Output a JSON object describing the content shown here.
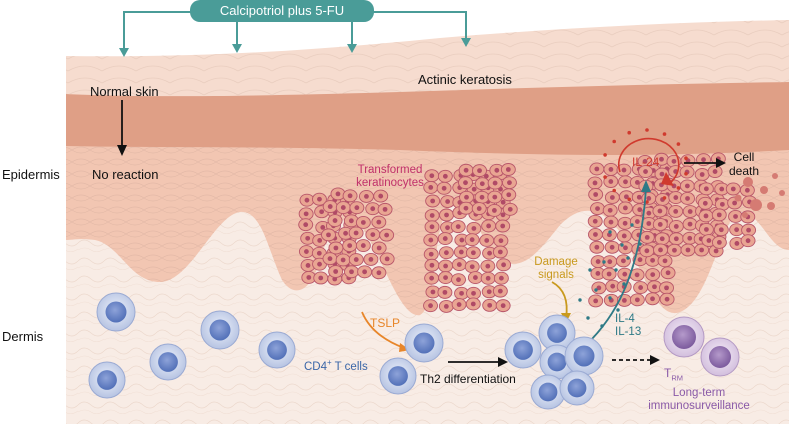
{
  "treatment": "Calcipotriol plus 5-FU",
  "regions": {
    "normal_skin": "Normal skin",
    "actinic_keratosis": "Actinic keratosis"
  },
  "layers": {
    "epidermis": "Epidermis",
    "dermis": "Dermis"
  },
  "labels": {
    "no_reaction": "No reaction",
    "transformed_1": "Transformed",
    "transformed_2": "keratinocytes",
    "il24": "IL-24",
    "cell_death_1": "Cell",
    "cell_death_2": "death",
    "damage_1": "Damage",
    "damage_2": "signals",
    "tslp": "TSLP",
    "il4": "IL-4",
    "il13": "IL-13",
    "cd4_main": "CD4",
    "cd4_sup": "+",
    "cd4_rest": " T cells",
    "th2": "Th2 differentiation",
    "trm_main": "T",
    "trm_sub": "RM",
    "longterm_1": "Long-term",
    "longterm_2": "immunosurveillance"
  },
  "colors": {
    "teal": "#4a9c98",
    "magenta": "#c0306a",
    "orange": "#e8862a",
    "gold": "#c99a1e",
    "blue_text": "#3a66a8",
    "purple": "#8a5aa8",
    "red": "#d03a2e",
    "dark_teal": "#2e7a86"
  }
}
